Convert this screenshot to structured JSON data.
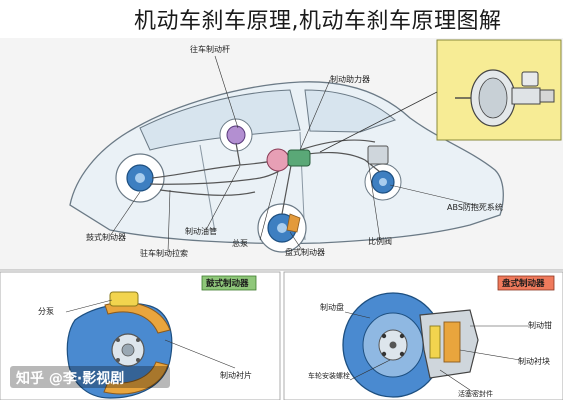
{
  "title": "机动车刹车原理,机动车刹车原理图解",
  "top_diagram": {
    "labels": {
      "rear_brake_top": "往车制动杆",
      "brake_booster": "制动助力器",
      "abs_system": "ABS防抱死系统",
      "proportion_valve": "比例阀",
      "caliper": "盘式制动器",
      "master_cyl": "总泵",
      "brake_hose": "制动油管",
      "drum_brake_left": "鼓式制动器",
      "parking_cable": "驻车制动拉索"
    }
  },
  "drum_panel": {
    "tag": "鼓式制动器",
    "labels": {
      "shoe": "分泵",
      "lining": "制动衬片"
    }
  },
  "disc_panel": {
    "tag": "盘式制动器",
    "labels": {
      "disc": "制动盘",
      "caliper": "制动钳",
      "pad": "制动衬块",
      "mount": "车轮安装螺栓",
      "piston": "活塞密封件"
    }
  },
  "watermark": "知乎 @李·影视剧"
}
